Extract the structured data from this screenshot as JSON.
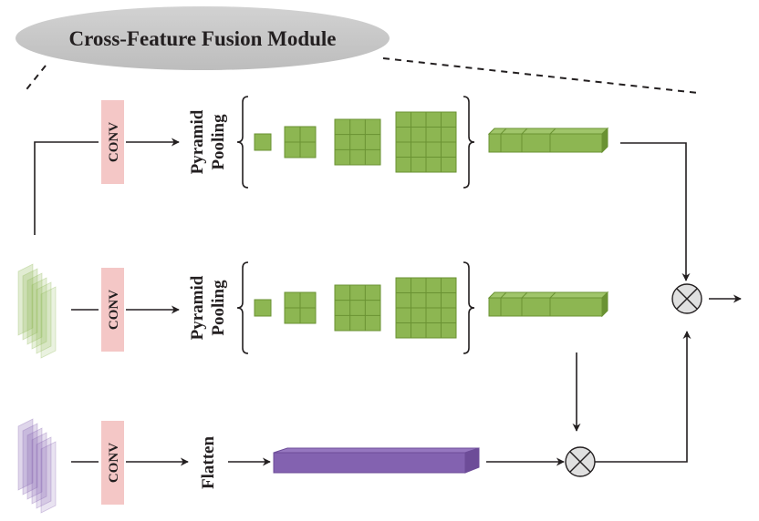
{
  "title": "Cross-Feature Fusion Module",
  "colors": {
    "title_ellipse": "#c8c8c8",
    "conv_box": "#f4c7c6",
    "green_fill": "#8db652",
    "green_dark": "#6a9233",
    "purple_fill": "#8362b0",
    "purple_dark": "#6d4c98",
    "multiply_fill": "#e0e0e0",
    "line": "#231f20"
  },
  "branches": [
    {
      "id": "top",
      "conv_label": "CONV",
      "op_label_line1": "Pyramid",
      "op_label_line2": "Pooling",
      "pool_grids": [
        1,
        2,
        3,
        4
      ],
      "output": "green-feature-vector"
    },
    {
      "id": "middle",
      "input": "green-feature-stack",
      "conv_label": "CONV",
      "op_label_line1": "Pyramid",
      "op_label_line2": "Pooling",
      "pool_grids": [
        1,
        2,
        3,
        4
      ],
      "output": "green-feature-vector"
    },
    {
      "id": "bottom",
      "input": "purple-feature-stack",
      "conv_label": "CONV",
      "op_label": "Flatten",
      "output": "purple-feature-vector"
    }
  ],
  "operators": [
    {
      "id": "multiply-bottom",
      "symbol": "⊗",
      "inputs": [
        "middle",
        "bottom"
      ]
    },
    {
      "id": "multiply-right",
      "symbol": "⊗",
      "inputs": [
        "top",
        "multiply-bottom"
      ]
    }
  ]
}
